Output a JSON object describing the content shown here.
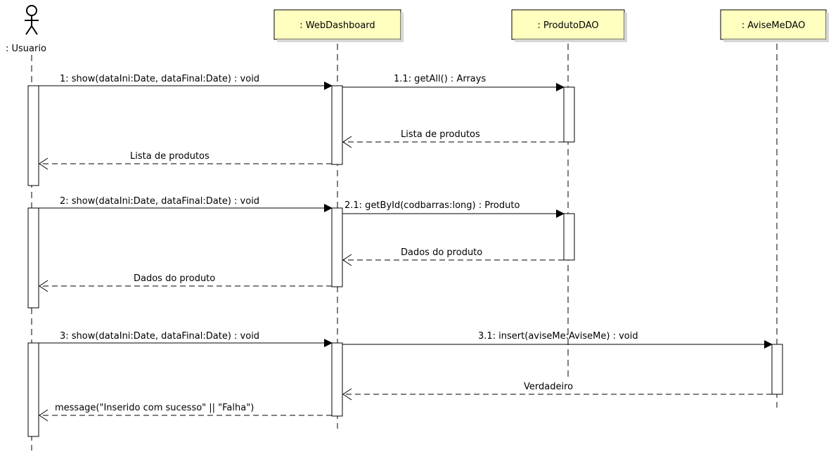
{
  "actor": {
    "label": ": Usuario"
  },
  "participants": [
    {
      "label": ": WebDashboard"
    },
    {
      "label": ": ProdutoDAO"
    },
    {
      "label": ": AviseMeDAO"
    }
  ],
  "messages": [
    {
      "label": "1: show(dataIni:Date, dataFinal:Date) : void",
      "kind": "sync"
    },
    {
      "label": "1.1: getAll() : Arrays",
      "kind": "sync"
    },
    {
      "label": "Lista de produtos",
      "kind": "return"
    },
    {
      "label": "Lista de produtos",
      "kind": "return"
    },
    {
      "label": "2: show(dataIni:Date, dataFinal:Date) : void",
      "kind": "sync"
    },
    {
      "label": "2.1: getById(codbarras:long) : Produto",
      "kind": "sync"
    },
    {
      "label": "Dados do produto",
      "kind": "return"
    },
    {
      "label": "Dados do produto",
      "kind": "return"
    },
    {
      "label": "3: show(dataIni:Date, dataFinal:Date) : void",
      "kind": "sync"
    },
    {
      "label": "3.1: insert(aviseMe:AviseMe) : void",
      "kind": "sync"
    },
    {
      "label": "Verdadeiro",
      "kind": "return"
    },
    {
      "label": "message(\"Inserido com sucesso\" || \"Falha\")",
      "kind": "return"
    }
  ],
  "colors": {
    "participant_fill": "#ffffc0",
    "line": "#000000",
    "activation_fill": "#ffffff"
  }
}
